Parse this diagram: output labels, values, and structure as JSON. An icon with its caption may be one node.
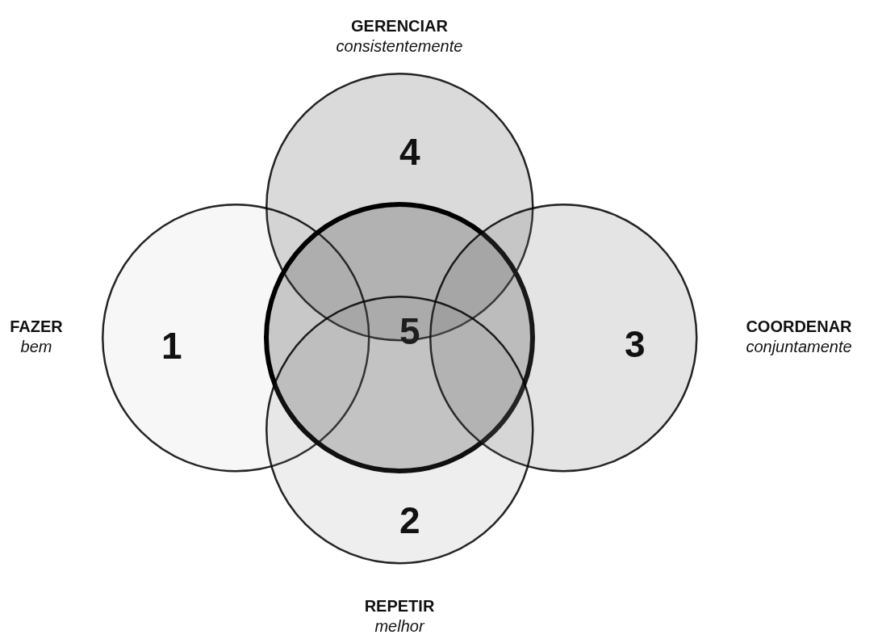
{
  "diagram": {
    "nodes": [
      {
        "text": [
          "4"
        ],
        "beside": [
          "GERENCIAR",
          "consistentemente"
        ]
      },
      {
        "text": [
          "1"
        ],
        "beside": [
          "FAZER",
          "bem"
        ]
      },
      {
        "text": [
          "5"
        ]
      },
      {
        "text": [
          "3"
        ],
        "beside": [
          "COORDENAR",
          "conjuntamente"
        ]
      },
      {
        "text": [
          "2"
        ],
        "beside": [
          "REPETIR",
          "melhor"
        ]
      }
    ],
    "edges": []
  }
}
